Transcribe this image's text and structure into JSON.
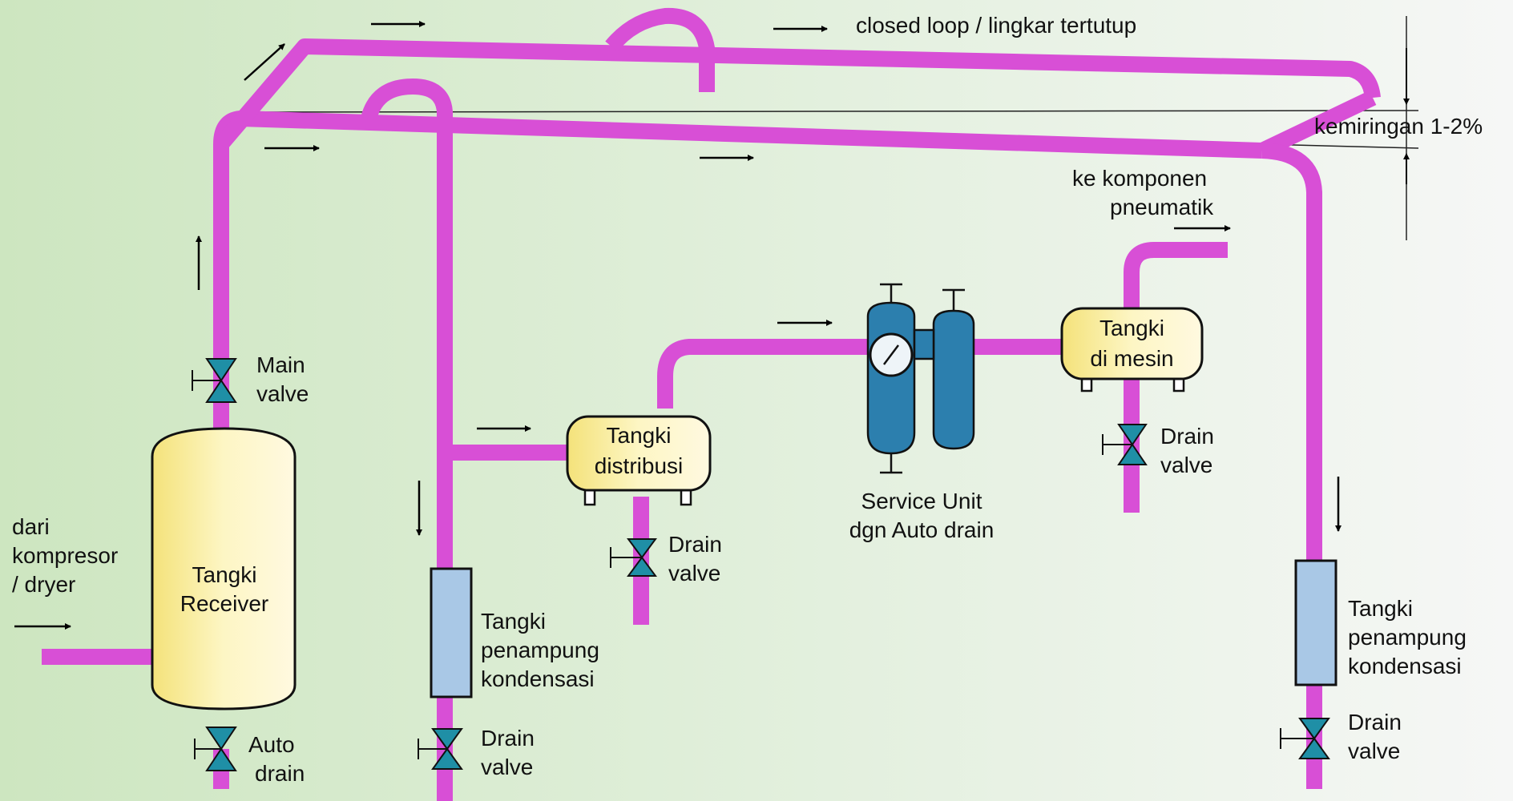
{
  "colors": {
    "pipe": "#d84fd6",
    "background_left": "#cfe7c2",
    "background_right": "#f4f6f4",
    "tank_yellow": "#fbf0a4",
    "tank_blue": "#a9c8e6",
    "valve": "#1f8fa6",
    "service_unit": "#2c7fae"
  },
  "icons": [
    "valve-icon",
    "pressure-gauge-icon",
    "arrow-icon"
  ],
  "labels": {
    "closed_loop": "closed loop / lingkar tertutup",
    "slope": "kemiringan 1-2%",
    "to_components_line1": "ke komponen",
    "to_components_line2": "pneumatik",
    "from_compressor_line1": "dari",
    "from_compressor_line2": "kompresor",
    "from_compressor_line3": "/ dryer",
    "main_valve_line1": "Main",
    "main_valve_line2": "valve",
    "receiver_line1": "Tangki",
    "receiver_line2": "Receiver",
    "auto_drain_line1": "Auto",
    "auto_drain_line2": "drain",
    "distribution_line1": "Tangki",
    "distribution_line2": "distribusi",
    "machine_tank_line1": "Tangki",
    "machine_tank_line2": "di mesin",
    "service_unit_line1": "Service Unit",
    "service_unit_line2": "dgn  Auto drain",
    "condensate_line1": "Tangki",
    "condensate_line2": "penampung",
    "condensate_line3": "kondensasi",
    "drain_line1": "Drain",
    "drain_line2": "valve"
  }
}
